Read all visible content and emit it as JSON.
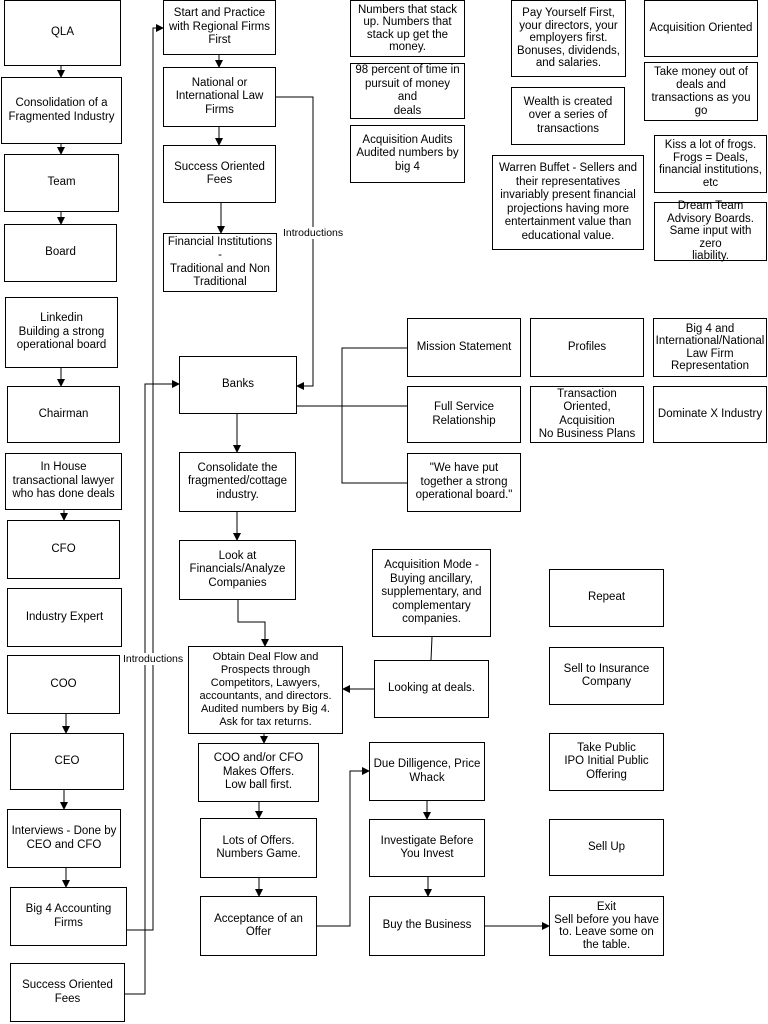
{
  "nodes": {
    "qla": "QLA",
    "consolidation": "Consolidation of a\nFragmented Industry",
    "team": "Team",
    "board": "Board",
    "linkedin": "Linkedin\nBuilding a strong\noperational board",
    "chairman": "Chairman",
    "inhouse_lawyer": "In House\ntransactional lawyer\nwho has done deals",
    "cfo": "CFO",
    "industry_expert": "Industry Expert",
    "coo": "COO",
    "ceo": "CEO",
    "interviews": "Interviews - Done by\nCEO and CFO",
    "big4_firms": "Big 4 Accounting\nFirms",
    "success_fees_left": "Success Oriented\nFees",
    "start_practice": "Start and Practice\nwith Regional Firms\nFirst",
    "national_law": "National or\nInternational Law\nFirms",
    "success_fees_mid": "Success Oriented\nFees",
    "financial_institutions": "Financial Institutions -\nTraditional and Non\nTraditional",
    "banks": "Banks",
    "consolidate_cottage": "Consolidate the\nfragmented/cottage\nindustry.",
    "look_analyze": "Look at\nFinancials/Analyze\nCompanies",
    "obtain_deal_flow": "Obtain Deal Flow and\nProspects through\nCompetitors, Lawyers,\naccountants, and directors.\nAudited numbers by Big 4.\nAsk for tax returns.",
    "coo_cfo_offers": "COO and/or CFO\nMakes Offers.\nLow ball first.",
    "lots_of_offers": "Lots of Offers.\nNumbers Game.",
    "acceptance_offer": "Acceptance of an\nOffer",
    "numbers_stack": "Numbers that stack\nup. Numbers that\nstack up get the\nmoney.",
    "ninety_eight": "98 percent of time in\npursuit of money and\ndeals",
    "acquisition_audits": "Acquisition Audits\nAudited numbers by\nbig 4",
    "pay_yourself": "Pay Yourself First,\nyour directors, your\nemployers first.\nBonuses, dividends,\nand salaries.",
    "wealth_created": "Wealth is created\nover a series of\ntransactions",
    "warren_buffet": "Warren Buffet - Sellers and\ntheir representatives\ninvariably present financial\nprojections having more\nentertainment value than\neducational value.",
    "acquisition_oriented": "Acquisition Oriented",
    "take_money": "Take money out of\ndeals and\ntransactions as you\ngo",
    "kiss_frogs": "Kiss a lot of frogs.\nFrogs = Deals,\nfinancial institutions,\netc",
    "dream_team": "Dream Team\nAdvisory Boards.\nSame input with zero\nliability.",
    "mission_statement": "Mission Statement",
    "profiles": "Profiles",
    "big4_representation": "Big 4 and\nInternational/National\nLaw Firm\nRepresentation",
    "full_service": "Full Service\nRelationship",
    "transaction_oriented": "Transaction Oriented,\nAcquisition\nNo Business Plans",
    "dominate_industry": "Dominate X Industry",
    "we_have_put": "\"We have put\ntogether a strong\noperational board.\"",
    "acquisition_mode": "Acquisition Mode -\nBuying ancillary,\nsupplementary, and\ncomplementary\ncompanies.",
    "looking_deals": "Looking at deals.",
    "due_diligence": "Due Dilligence, Price\nWhack",
    "investigate": "Investigate Before\nYou Invest",
    "buy_business": "Buy the Business",
    "repeat": "Repeat",
    "sell_insurance": "Sell to Insurance\nCompany",
    "take_public": "Take Public\nIPO Initial Public\nOffering",
    "sell_up": "Sell Up",
    "exit": "Exit\nSell before you have\nto. Leave some on\nthe table."
  },
  "edge_labels": {
    "introductions_top": "Introductions",
    "introductions_bottom": "Introductions"
  }
}
